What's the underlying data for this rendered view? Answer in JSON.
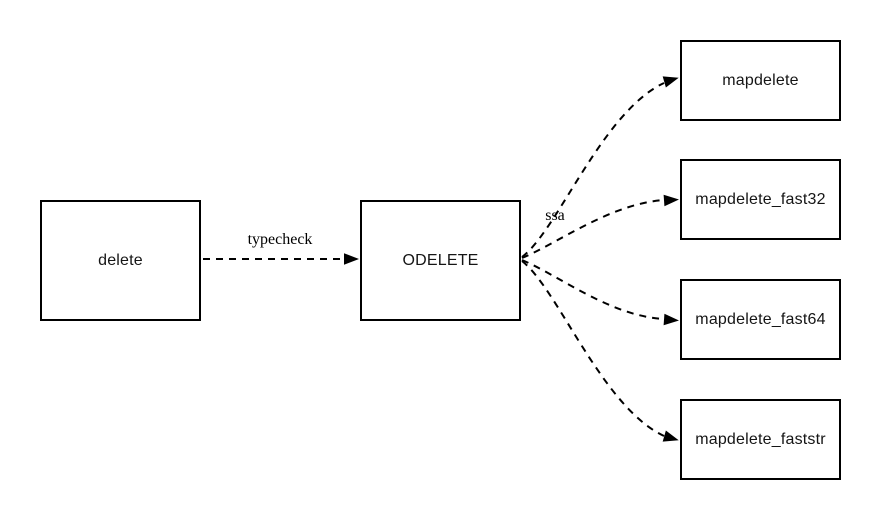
{
  "diagram": {
    "background_color": "#ffffff",
    "stroke_color": "#000000",
    "edge_style": "dashed",
    "nodes": [
      {
        "id": "delete",
        "label": "delete"
      },
      {
        "id": "ODELETE",
        "label": "ODELETE"
      },
      {
        "id": "mapdelete",
        "label": "mapdelete"
      },
      {
        "id": "mapdelete_fast32",
        "label": "mapdelete_fast32"
      },
      {
        "id": "mapdelete_fast64",
        "label": "mapdelete_fast64"
      },
      {
        "id": "mapdelete_faststr",
        "label": "mapdelete_faststr"
      }
    ],
    "edges": [
      {
        "from": "delete",
        "to": "ODELETE",
        "label": "typecheck"
      },
      {
        "from": "ODELETE",
        "to": "mapdelete",
        "label": "ssa"
      },
      {
        "from": "ODELETE",
        "to": "mapdelete_fast32",
        "label": ""
      },
      {
        "from": "ODELETE",
        "to": "mapdelete_fast64",
        "label": ""
      },
      {
        "from": "ODELETE",
        "to": "mapdelete_faststr",
        "label": ""
      }
    ]
  }
}
